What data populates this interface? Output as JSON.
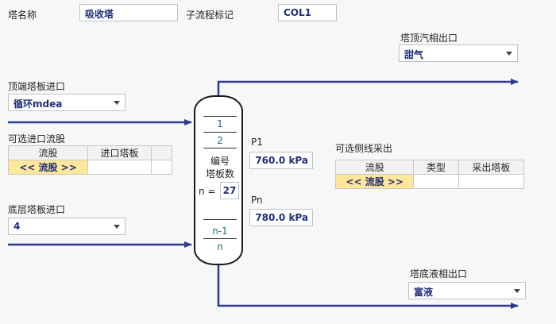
{
  "header": {
    "tower_name_label": "塔名称",
    "tower_name_value": "吸收塔",
    "subflow_label": "子流程标记",
    "subflow_value": "COL1"
  },
  "top_vapor": {
    "label": "塔顶汽相出口",
    "value": "甜气"
  },
  "top_feed": {
    "label": "顶端塔板进口",
    "value": "循环mdea"
  },
  "optional_feed": {
    "label": "可选进口流股",
    "columns": [
      "流股",
      "进口塔板"
    ],
    "row": [
      "<< 流股 >>",
      ""
    ]
  },
  "bottom_feed": {
    "label": "底层塔板进口",
    "value": "4"
  },
  "column": {
    "tray1": "1",
    "tray2": "2",
    "center_label1": "编号",
    "center_label2": "塔板数",
    "n_label": "n =",
    "n_value": "27",
    "tray_n_minus_1": "n-1",
    "tray_n": "n"
  },
  "pressure": {
    "p1_label": "P1",
    "p1_value": "760.0 kPa",
    "pn_label": "Pn",
    "pn_value": "780.0 kPa"
  },
  "side_draw": {
    "label": "可选侧线采出",
    "columns": [
      "流股",
      "类型",
      "采出塔板"
    ],
    "row": [
      "<< 流股 >>",
      "",
      ""
    ]
  },
  "bottom_liquid": {
    "label": "塔底液相出口",
    "value": "富液"
  },
  "colors": {
    "stream_line": "#2e3b8c",
    "accent": "#1e2f7a"
  }
}
